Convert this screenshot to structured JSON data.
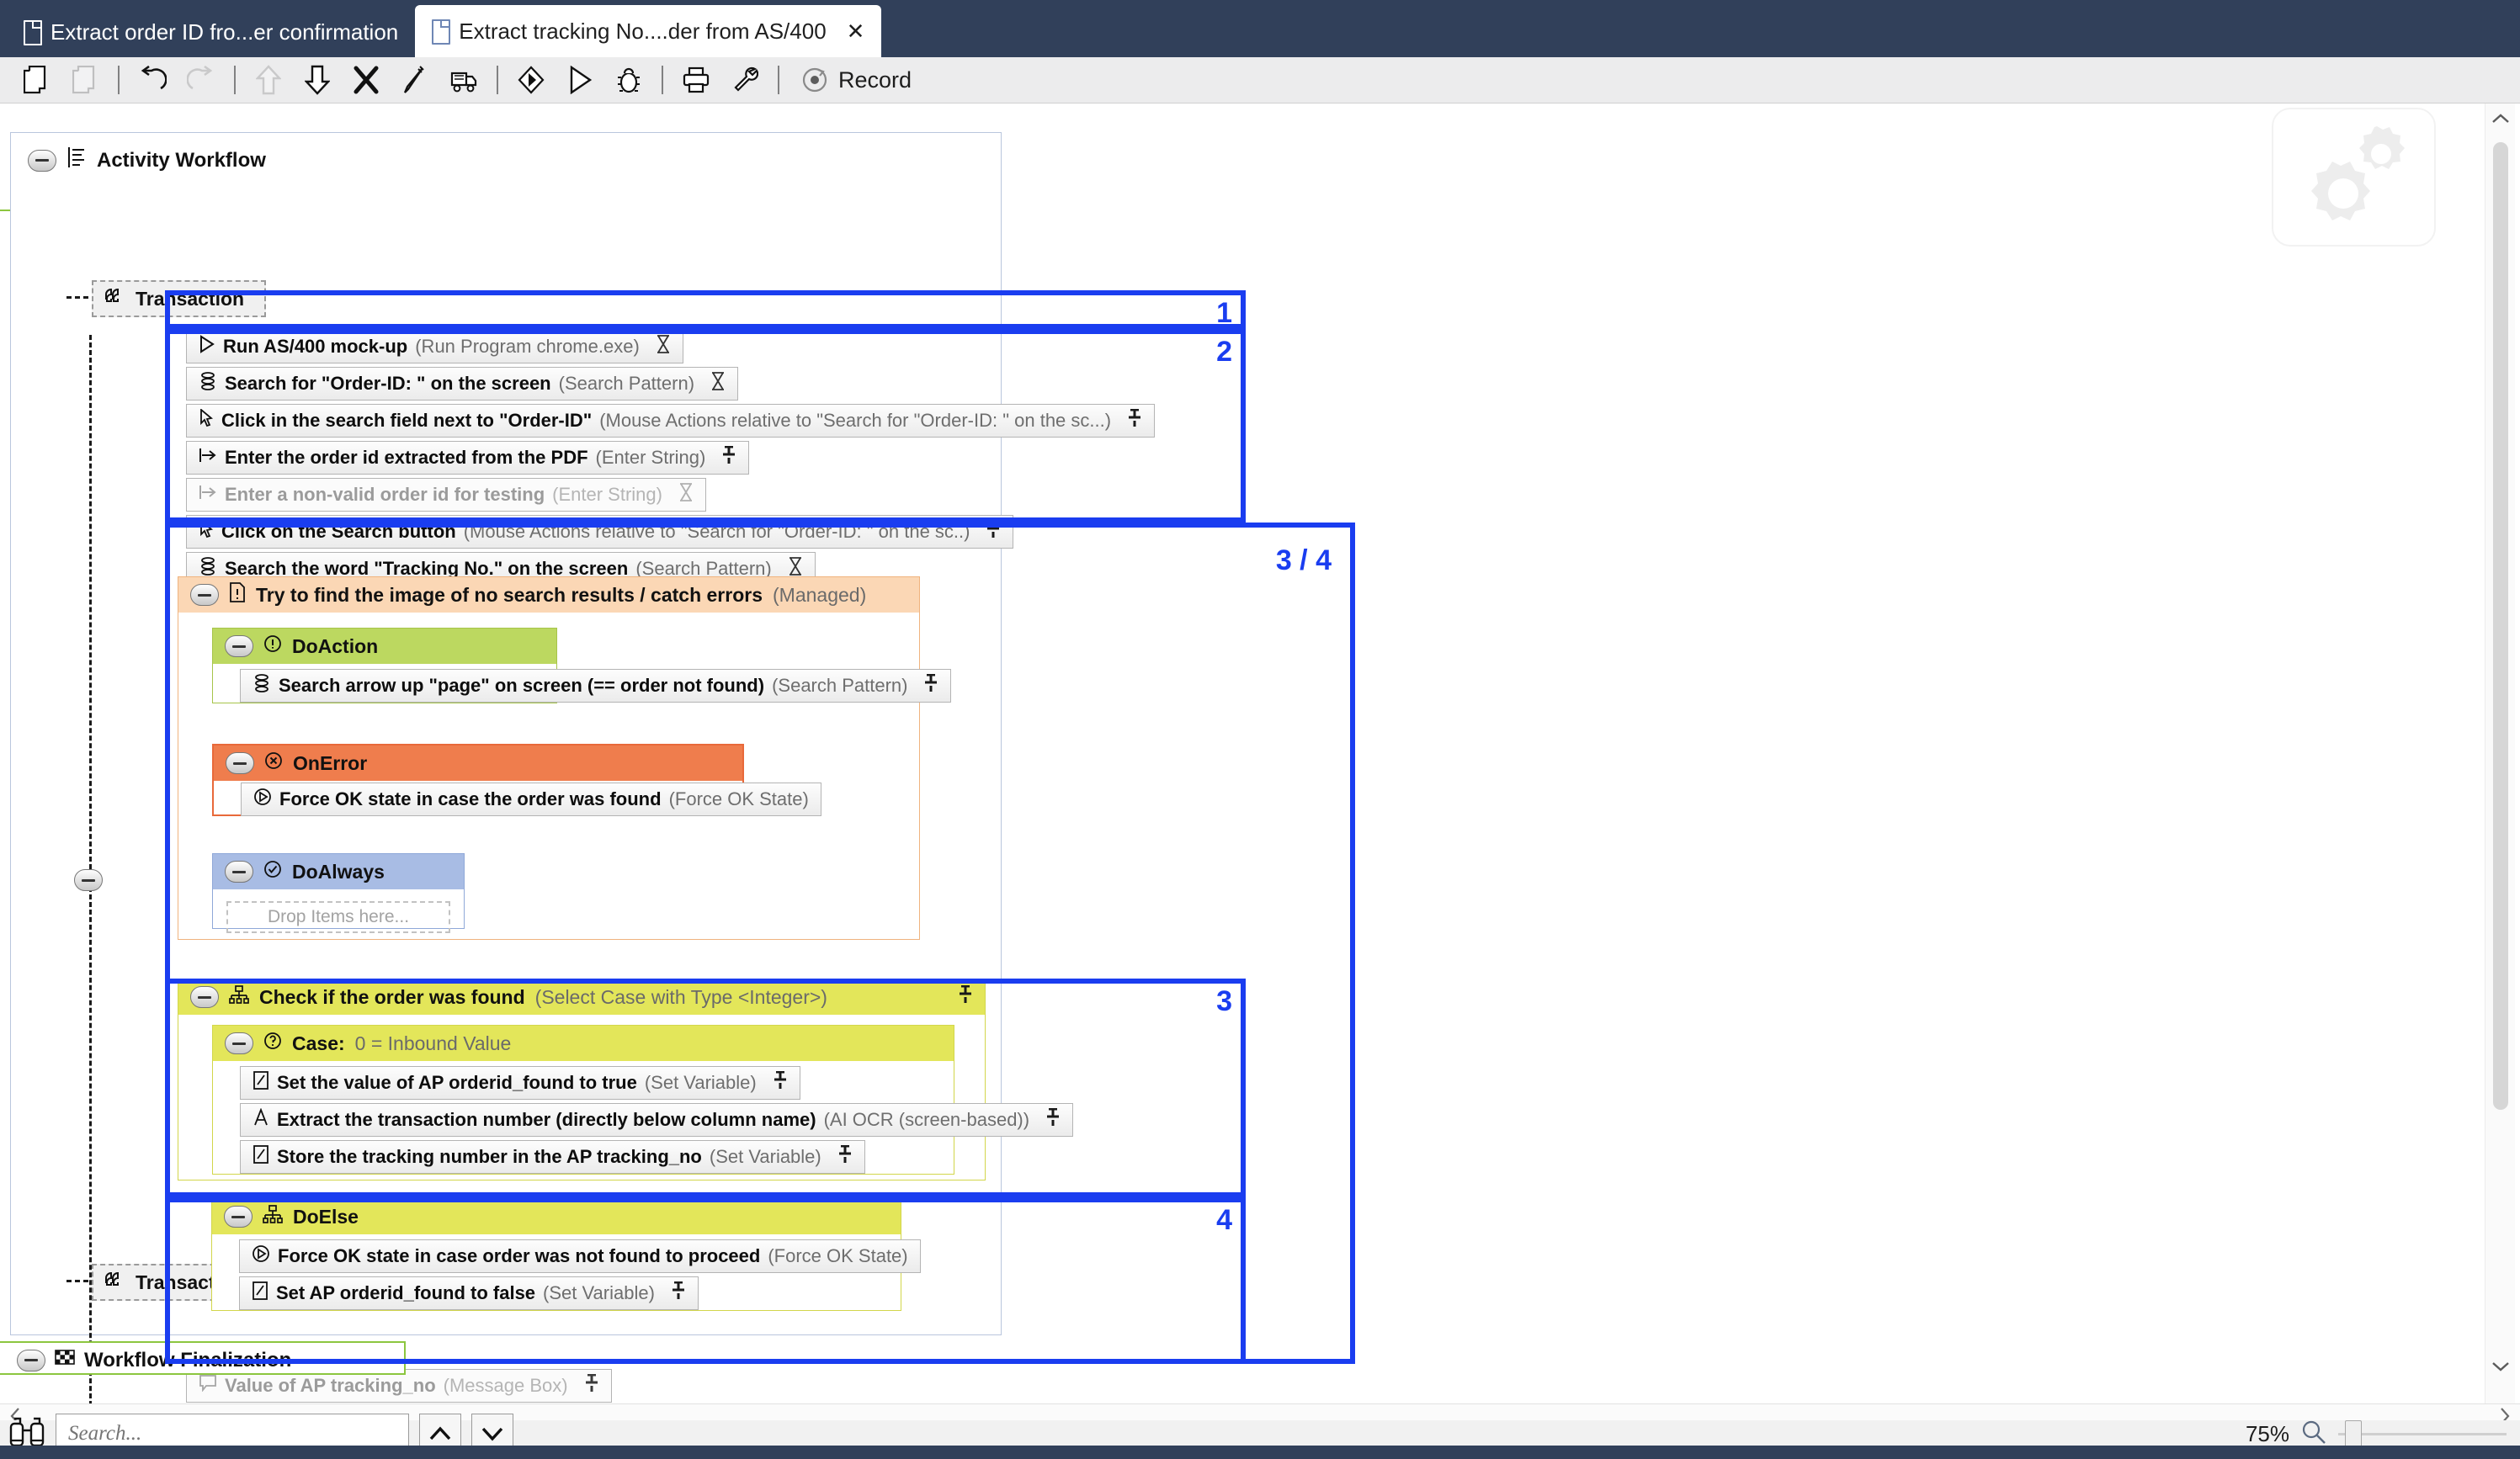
{
  "window": {
    "tabs": [
      {
        "label": "Extract order ID fro...er confirmation",
        "active": false,
        "closable": false
      },
      {
        "label": "Extract tracking No....der from AS/400",
        "active": true,
        "closable": true,
        "close_label": "✕"
      }
    ]
  },
  "toolbar": {
    "items": [
      {
        "name": "copy-icon",
        "enabled": true
      },
      {
        "name": "paste-icon",
        "enabled": false
      },
      {
        "name": "undo-icon",
        "enabled": true
      },
      {
        "name": "redo-icon",
        "enabled": false
      },
      {
        "name": "move-up-icon",
        "enabled": false
      },
      {
        "name": "move-down-icon",
        "enabled": true
      },
      {
        "name": "delete-icon",
        "enabled": true
      },
      {
        "name": "wand-icon",
        "enabled": true
      },
      {
        "name": "robot-icon",
        "enabled": true
      },
      {
        "name": "debug-step-icon",
        "enabled": true
      },
      {
        "name": "run-icon",
        "enabled": true
      },
      {
        "name": "bug-icon",
        "enabled": true
      },
      {
        "name": "print-icon",
        "enabled": true
      },
      {
        "name": "wrench-icon",
        "enabled": true
      }
    ],
    "record_label": "Record"
  },
  "settings_stub": {
    "label": "Settings"
  },
  "workflow": {
    "title": "Activity Workflow",
    "transaction_start": "Transaction",
    "transaction_end": "Transaction",
    "finalization": "Workflow Finalization",
    "nodes": {
      "run_mockup": {
        "name": "Run AS/400 mock-up",
        "type": "(Run Program chrome.exe)",
        "pin": "hourglass"
      },
      "search_orderid": {
        "name": "Search for \"Order-ID: \" on the screen",
        "type": "(Search Pattern)",
        "pin": "hourglass"
      },
      "click_search_field": {
        "name": "Click in the search field next to \"Order-ID\"",
        "type": "(Mouse Actions relative to \"Search for \"Order-ID: \" on the sc...)",
        "pin": "pin"
      },
      "enter_order_id": {
        "name": "Enter the order id extracted from the PDF",
        "type": "(Enter String)",
        "pin": "pin"
      },
      "enter_invalid": {
        "name": "Enter a non-valid order id for testing",
        "type": "(Enter String)",
        "pin": "hourglass",
        "disabled": true
      },
      "click_search_btn": {
        "name": "Click on the Search button",
        "type": "(Mouse Actions relative to \"Search for \"Order-ID: \" on the sc..)",
        "pin": "pin"
      },
      "search_tracking": {
        "name": "Search the word \"Tracking No.\" on the screen",
        "type": "(Search Pattern)",
        "pin": "hourglass"
      },
      "try_find_image": {
        "name": "Try to find the image of no search results / catch errors",
        "type": "(Managed)"
      },
      "do_action": {
        "name": "DoAction"
      },
      "search_arrow_up": {
        "name": "Search arrow up \"page\" on screen (== order not found)",
        "type": "(Search Pattern)",
        "pin": "pin"
      },
      "on_error": {
        "name": "OnError"
      },
      "force_ok_found": {
        "name": "Force OK state in case the order was found",
        "type": "(Force OK State)"
      },
      "do_always": {
        "name": "DoAlways"
      },
      "drop_items": {
        "name": "Drop Items here..."
      },
      "check_order_found": {
        "name": "Check if the order was found",
        "type": "(Select Case with Type <Integer>)",
        "pin": "pin"
      },
      "case_zero": {
        "name": "Case:",
        "type": "0 = Inbound Value"
      },
      "set_orderid_true": {
        "name": "Set the value of AP orderid_found to true",
        "type": "(Set Variable)",
        "pin": "pin"
      },
      "extract_tx_number": {
        "name": "Extract the transaction number (directly below column name)",
        "type": "(AI OCR (screen-based))",
        "pin": "pin"
      },
      "store_tracking": {
        "name": "Store the tracking number in the AP tracking_no",
        "type": "(Set Variable)",
        "pin": "pin"
      },
      "do_else": {
        "name": "DoElse"
      },
      "force_ok_notfound": {
        "name": "Force OK state in case order was not found to proceed",
        "type": "(Force OK State)"
      },
      "set_orderid_false": {
        "name": "Set AP orderid_found to false",
        "type": "(Set Variable)",
        "pin": "pin"
      },
      "msgbox_tracking": {
        "name": "Value of AP tracking_no",
        "type": "(Message Box)",
        "pin": "pin",
        "disabled": true
      }
    }
  },
  "annotations": {
    "accent_color": "#1a3df0",
    "boxes": [
      {
        "label": "1"
      },
      {
        "label": "2"
      },
      {
        "label": "3 / 4"
      },
      {
        "label": "3"
      },
      {
        "label": "4"
      }
    ]
  },
  "statusbar": {
    "search_placeholder": "Search...",
    "search_value": "",
    "prev_label": "⌃",
    "next_label": "⌄",
    "zoom_level": "75%"
  }
}
